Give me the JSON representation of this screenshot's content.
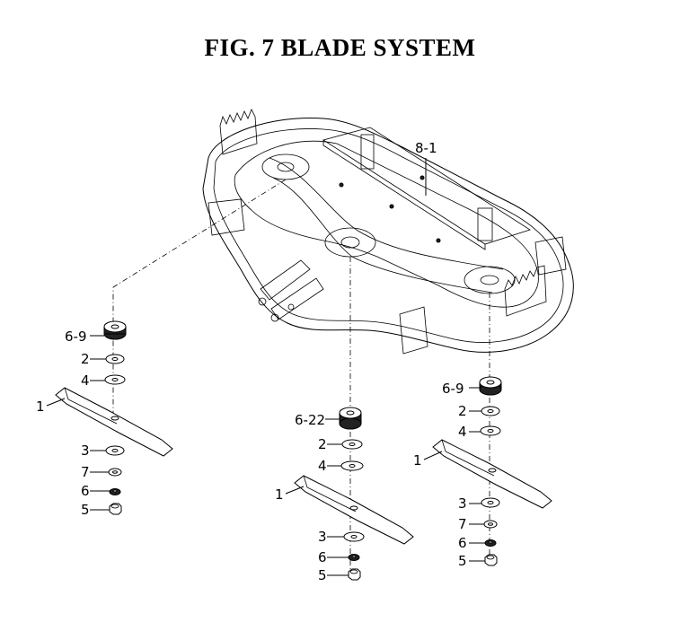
{
  "title": "FIG. 7  BLADE SYSTEM",
  "deck_label": "8-1",
  "callouts": {
    "left": [
      "6-9",
      "2",
      "4",
      "1",
      "3",
      "7",
      "6",
      "5"
    ],
    "center": [
      "6-22",
      "2",
      "4",
      "1",
      "3",
      "6",
      "5"
    ],
    "right": [
      "6-9",
      "2",
      "4",
      "1",
      "3",
      "7",
      "6",
      "5"
    ]
  }
}
